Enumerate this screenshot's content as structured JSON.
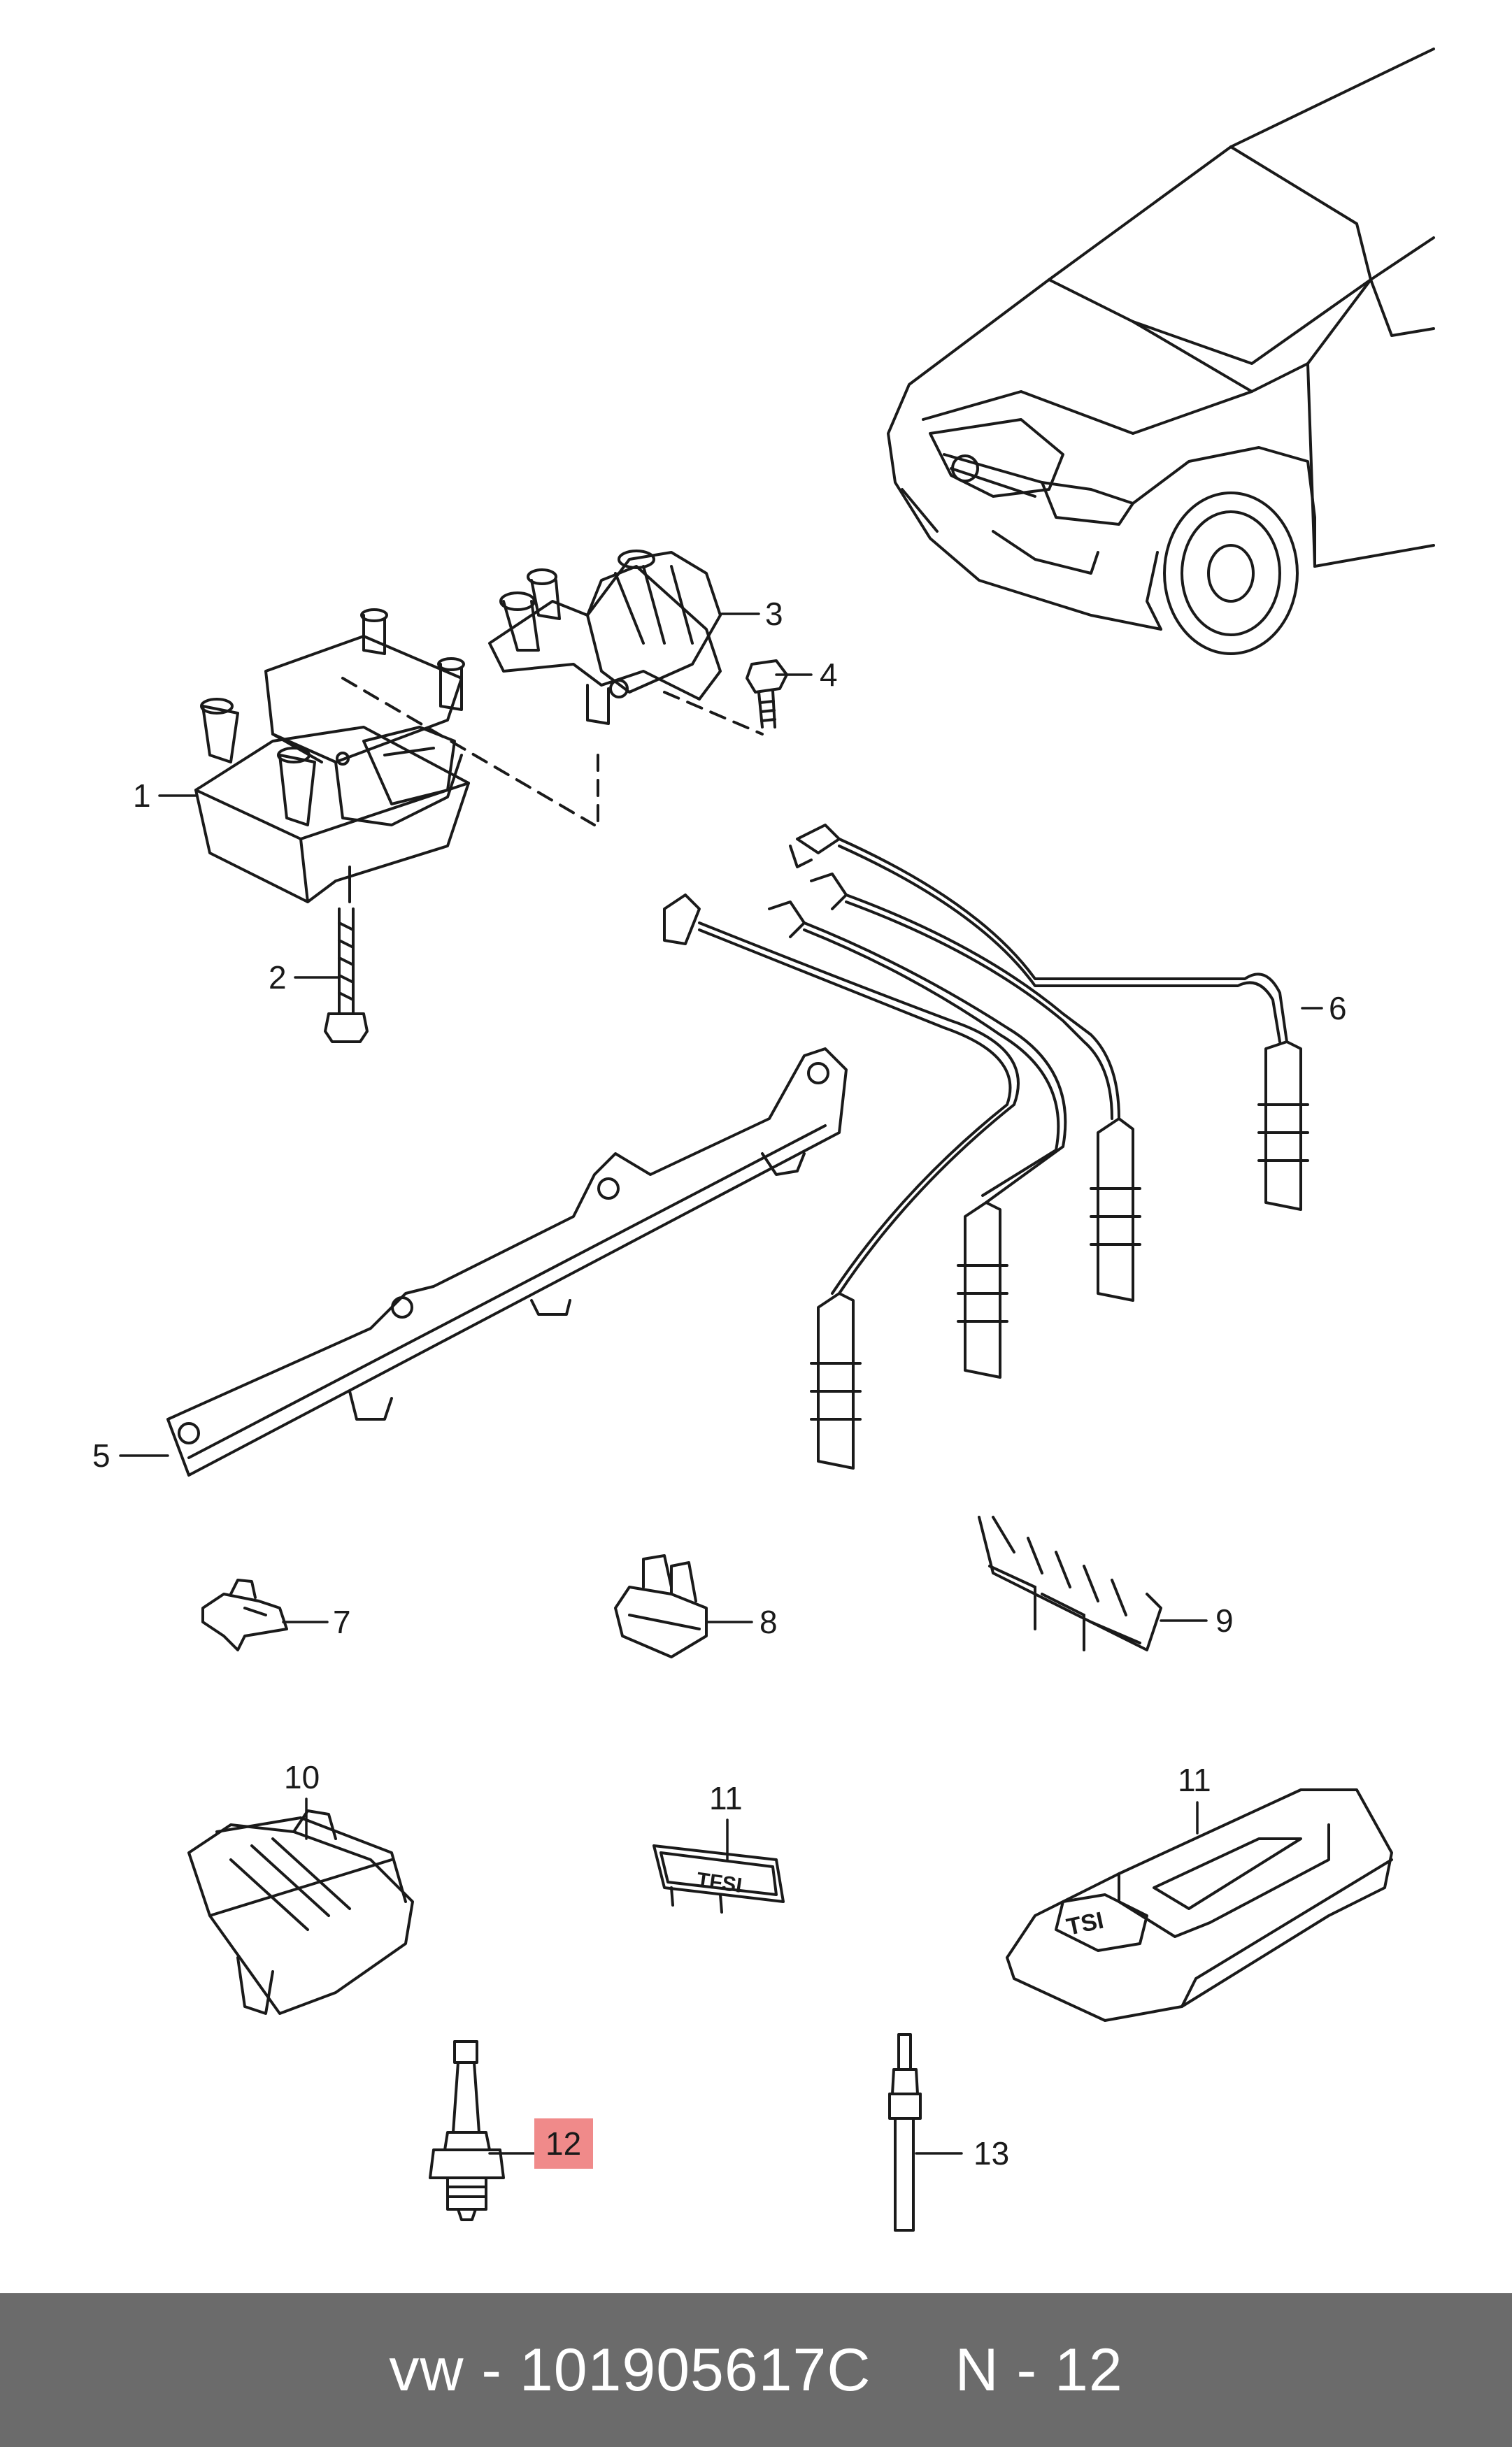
{
  "callouts": {
    "c1": "1",
    "c2": "2",
    "c3": "3",
    "c4": "4",
    "c5": "5",
    "c6": "6",
    "c7": "7",
    "c8": "8",
    "c9": "9",
    "c10": "10",
    "c11a": "11",
    "c11b": "11",
    "c12": "12",
    "c13": "13"
  },
  "highlight_color": "#f08a8a",
  "footer": {
    "part_code": "vw - 101905617C",
    "position": "N - 12"
  }
}
